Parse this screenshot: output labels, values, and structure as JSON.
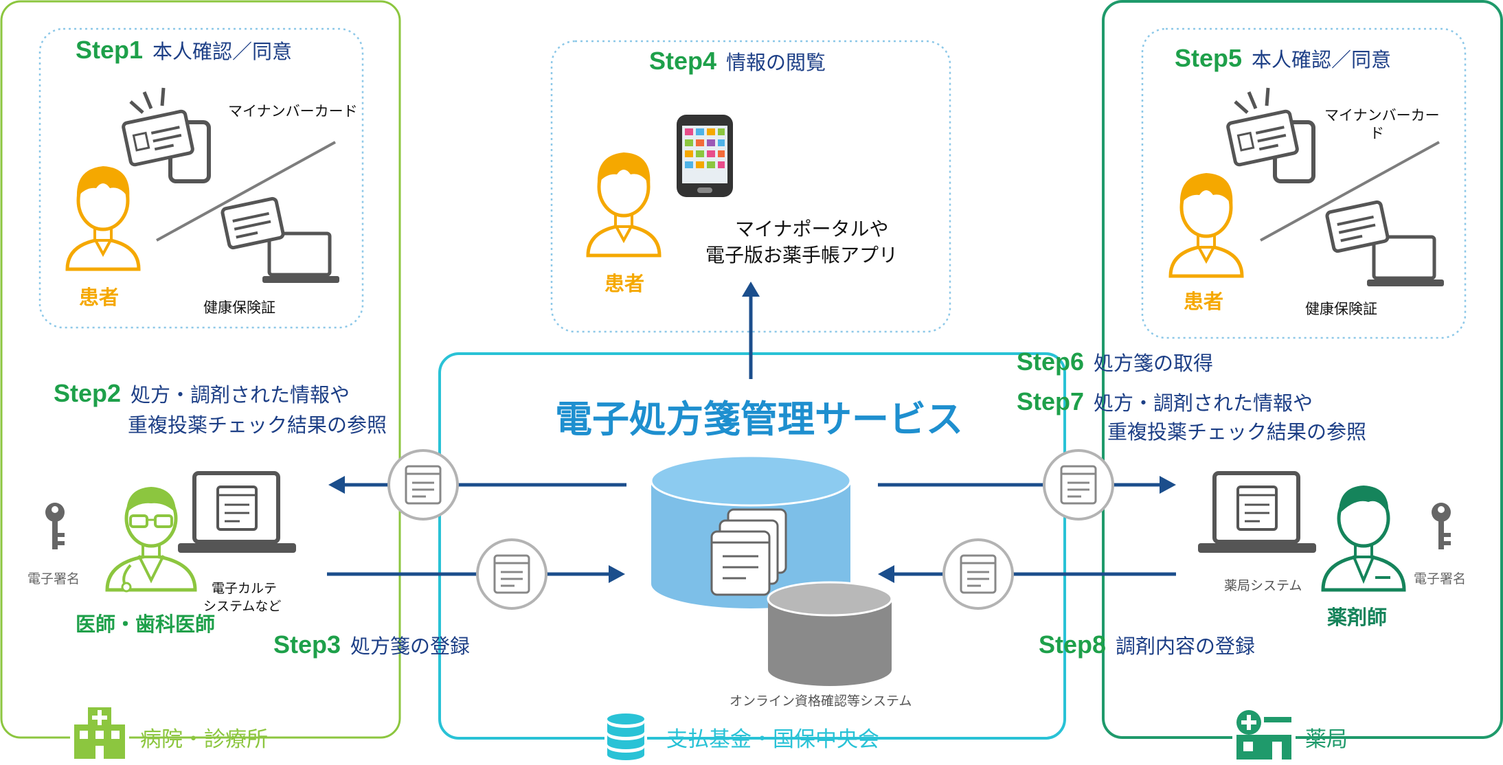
{
  "hospital": {
    "org_label": "病院・診療所",
    "step1": {
      "num": "Step1",
      "text": "本人確認／同意"
    },
    "card_label": "マイナンバーカード",
    "insurance_label": "健康保険証",
    "patient_label": "患者",
    "step2": {
      "num": "Step2",
      "line1": "処方・調剤された情報や",
      "line2": "重複投薬チェック結果の参照"
    },
    "doctor_label": "医師・歯科医師",
    "esign_label": "電子署名",
    "ekarte_line1": "電子カルテ",
    "ekarte_line2": "システムなど",
    "step3": {
      "num": "Step3",
      "text": "処方箋の登録"
    }
  },
  "viewer": {
    "step4": {
      "num": "Step4",
      "text": "情報の閲覧"
    },
    "patient_label": "患者",
    "app_line1": "マイナポータルや",
    "app_line2": "電子版お薬手帳アプリ"
  },
  "center": {
    "title": "電子処方箋管理サービス",
    "online_system_label": "オンライン資格確認等システム",
    "org_label": "支払基金・国保中央会"
  },
  "pharmacy": {
    "org_label": "薬局",
    "step5": {
      "num": "Step5",
      "text": "本人確認／同意"
    },
    "card_label_line1": "マイナンバーカー",
    "card_label_line2": "ド",
    "insurance_label": "健康保険証",
    "patient_label": "患者",
    "step6": {
      "num": "Step6",
      "text": "処方箋の取得"
    },
    "step7": {
      "num": "Step7",
      "line1": "処方・調剤された情報や",
      "line2": "重複投薬チェック結果の参照"
    },
    "system_label": "薬局システム",
    "pharmacist_label": "薬剤師",
    "esign_label": "電子署名",
    "step8": {
      "num": "Step8",
      "text": "調剤内容の登録"
    }
  },
  "colors": {
    "hospital_border": "#8cc63f",
    "center_border": "#29c2d6",
    "pharmacy_border": "#1f9a6b",
    "dotted": "#8dc8e8",
    "step_green": "#1ea04a",
    "text_navy": "#1d3f86",
    "title_blue": "#1e8fcf",
    "arrow_navy": "#1b4e8c",
    "patient_orange": "#f5a800"
  }
}
